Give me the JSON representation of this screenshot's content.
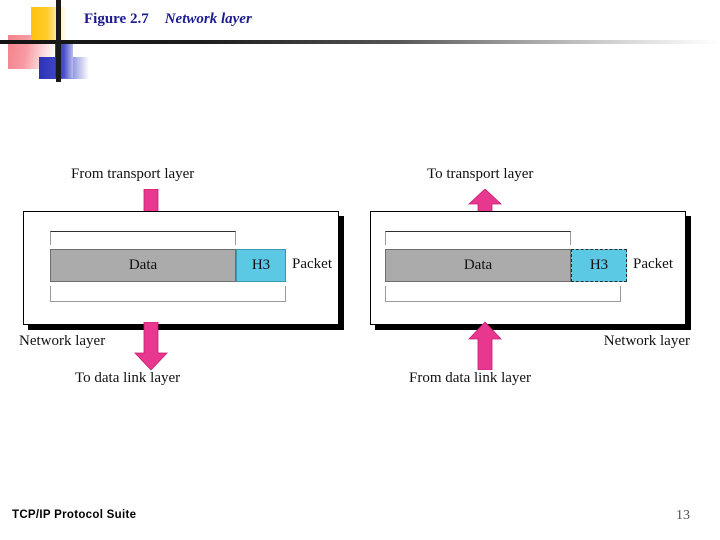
{
  "header": {
    "figure_number": "Figure 2.7",
    "figure_name": "Network layer",
    "title_color": "#1B1B8F",
    "deco": {
      "yellow": "#FFC20E",
      "red": "#F4818B",
      "blue": "#2E33B7",
      "bar": "#131313"
    }
  },
  "diagram": {
    "accent_arrow_color": "#E8378E",
    "data_fill_color": "#ABABAB",
    "header_fill_color": "#5BC8E4",
    "left_panel": {
      "top_flow_label": "From transport layer",
      "bottom_flow_label": "To data link layer",
      "layer_label": "Network layer",
      "data_label": "Data",
      "header_label": "H3",
      "packet_label": "Packet",
      "top_arrow_direction": "down",
      "bottom_arrow_direction": "down",
      "header_border_style": "solid"
    },
    "right_panel": {
      "top_flow_label": "To transport layer",
      "bottom_flow_label": "From data link layer",
      "layer_label": "Network layer",
      "data_label": "Data",
      "header_label": "H3",
      "packet_label": "Packet",
      "top_arrow_direction": "up",
      "bottom_arrow_direction": "up",
      "header_border_style": "dashed"
    }
  },
  "footer": {
    "book_title": "TCP/IP Protocol Suite",
    "page_number": "13"
  }
}
